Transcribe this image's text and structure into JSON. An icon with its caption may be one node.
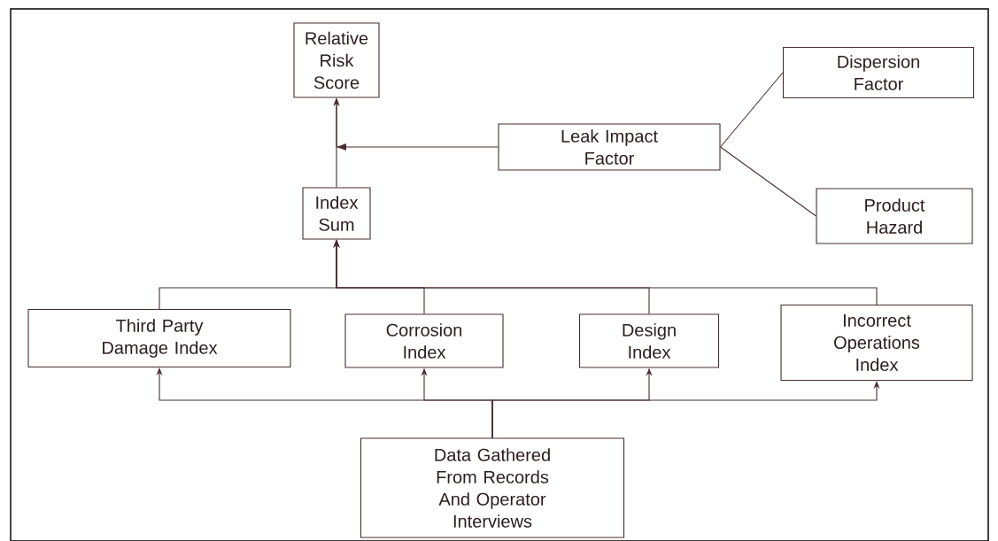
{
  "diagram": {
    "nodes": [
      {
        "text": [
          "Relative Risk Score"
        ]
      },
      {
        "text": [
          "Dispersion Factor"
        ]
      },
      {
        "text": [
          "Leak Impact Factor"
        ]
      },
      {
        "text": [
          "Index Sum"
        ]
      },
      {
        "text": [
          "Product Hazard"
        ]
      },
      {
        "text": [
          "Third Party Damage Index"
        ]
      },
      {
        "text": [
          "Corrosion Index"
        ]
      },
      {
        "text": [
          "Design Index"
        ]
      },
      {
        "text": [
          "Incorrect Operations Index"
        ]
      },
      {
        "text": [
          "Data Gathered From Records And Operator Interviews"
        ]
      }
    ],
    "edges": [
      {
        "from": 3,
        "to": 0,
        "arrow": "to"
      },
      {
        "from": 2,
        "to": 0,
        "arrow": "to"
      },
      {
        "from": 2,
        "to": 1,
        "arrow": "none"
      },
      {
        "from": 2,
        "to": 4,
        "arrow": "none"
      },
      {
        "from": 5,
        "to": 3,
        "arrow": "to"
      },
      {
        "from": 6,
        "to": 3,
        "arrow": "to"
      },
      {
        "from": 7,
        "to": 3,
        "arrow": "to"
      },
      {
        "from": 8,
        "to": 3,
        "arrow": "to"
      },
      {
        "from": 9,
        "to": 5,
        "arrow": "to"
      },
      {
        "from": 9,
        "to": 6,
        "arrow": "to"
      },
      {
        "from": 9,
        "to": 7,
        "arrow": "to"
      },
      {
        "from": 9,
        "to": 8,
        "arrow": "to"
      }
    ]
  }
}
